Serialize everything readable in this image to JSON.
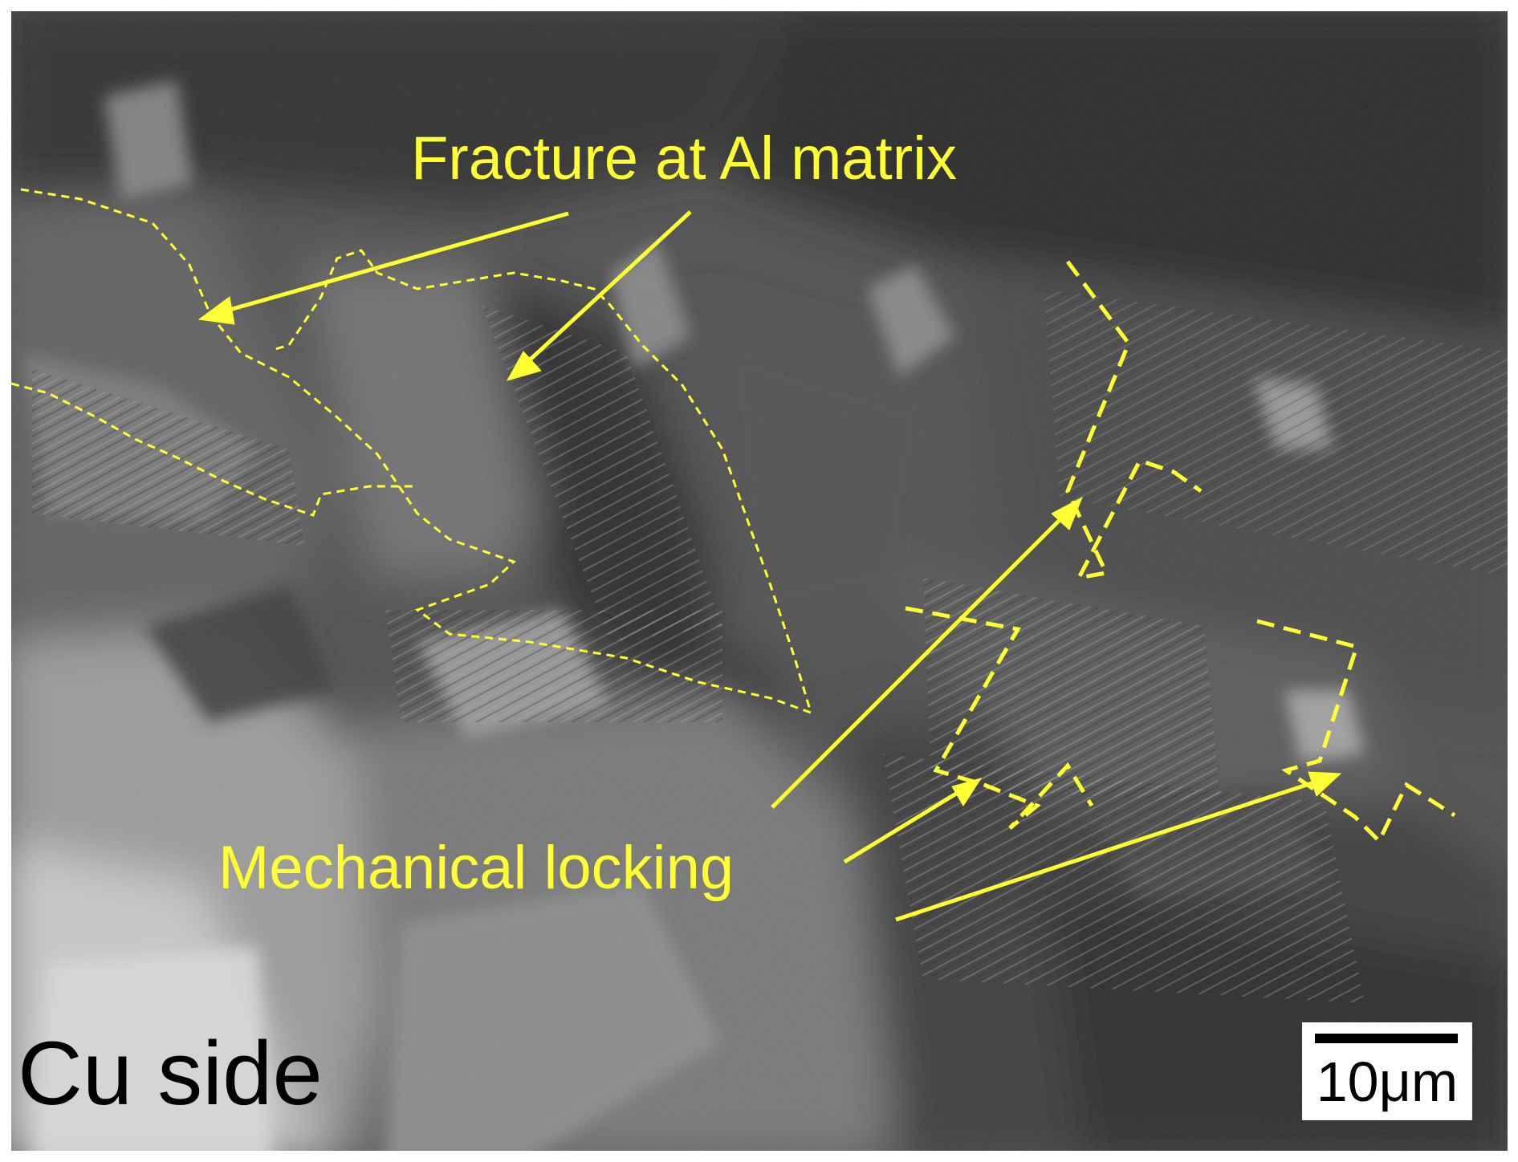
{
  "figure": {
    "annotation_color": "#ffff33",
    "labels": {
      "fracture": "Fracture at Al matrix",
      "locking": "Mechanical locking",
      "side": "Cu side"
    },
    "scale_bar": {
      "text": "10μm"
    }
  }
}
